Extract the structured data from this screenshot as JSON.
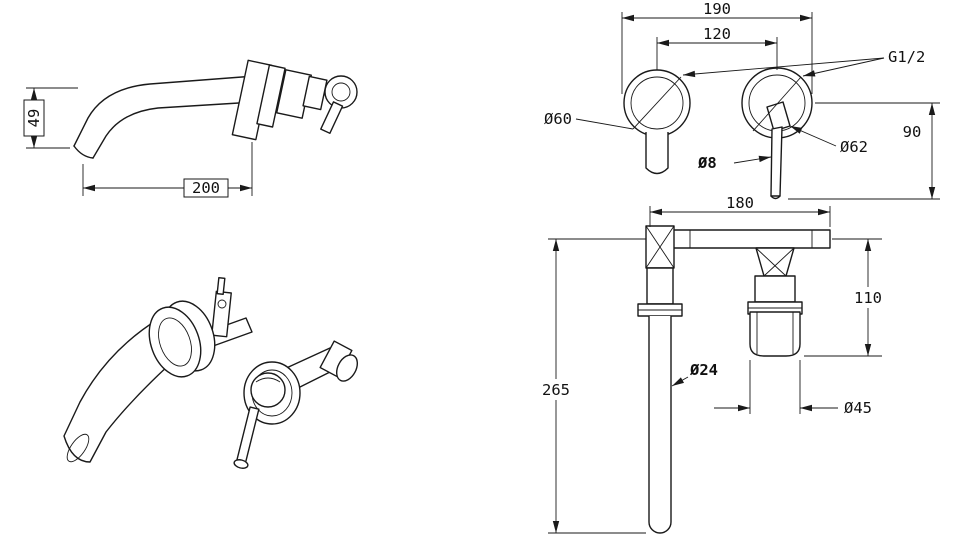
{
  "canvas": {
    "background": "#ffffff",
    "ink": "#1a1a1a"
  },
  "views": {
    "side": {
      "spout_drop": "49",
      "spout_reach": "200"
    },
    "front": {
      "overall_width": "190",
      "hole_centers": "120",
      "thread_size": "G1/2",
      "spout_flange_dia": "Ø60",
      "handle_flange_dia": "Ø62",
      "lever_dia": "Ø8",
      "lever_drop": "90"
    },
    "rough_in": {
      "body_width": "180",
      "valve_depth": "110",
      "overall_height": "265",
      "inlet_tube_dia": "Ø24",
      "cartridge_dia": "Ø45"
    }
  }
}
